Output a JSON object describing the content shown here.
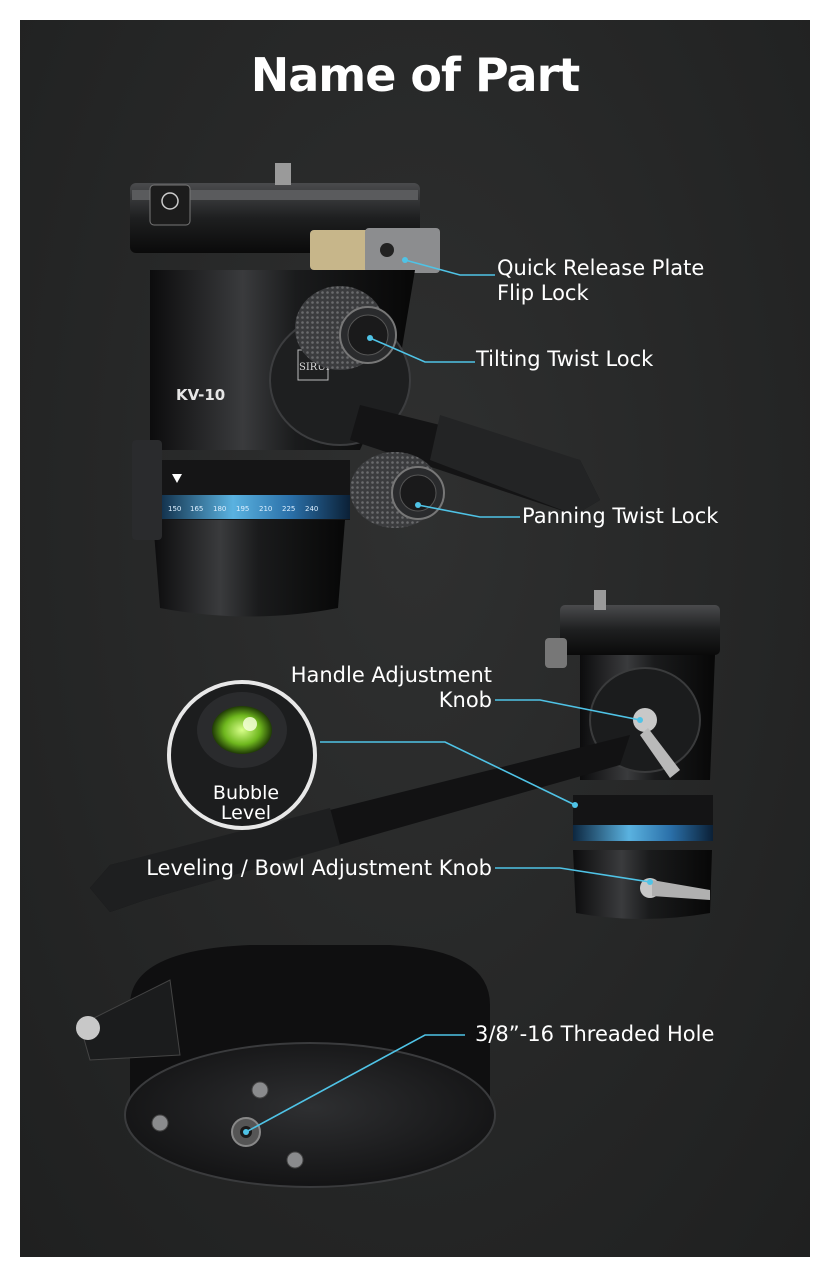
{
  "title": "Name of Part",
  "accent_color": "#4fc3e6",
  "brand_marks": {
    "model": "KV-10",
    "brand": "SIRUI"
  },
  "scale_ticks": [
    "150",
    "165",
    "180",
    "195",
    "210",
    "225",
    "240"
  ],
  "labels": {
    "quick_release_line1": "Quick Release Plate",
    "quick_release_line2": "Flip Lock",
    "tilting_twist_lock": "Tilting Twist Lock",
    "panning_twist_lock": "Panning Twist Lock",
    "handle_adjustment_line1": "Handle Adjustment",
    "handle_adjustment_line2": "Knob",
    "bubble_level_line1": "Bubble",
    "bubble_level_line2": "Level",
    "leveling_bowl_knob": "Leveling / Bowl Adjustment Knob",
    "threaded_hole": "3/8”-16 Threaded Hole"
  }
}
